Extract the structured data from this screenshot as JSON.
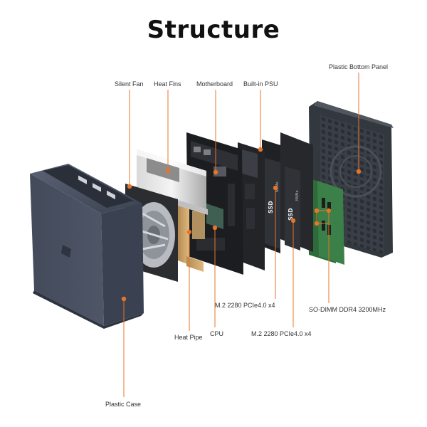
{
  "title": "Structure",
  "accent": "#e8742a",
  "labels": {
    "plastic_bottom_panel": "Plastic Bottom Panel",
    "silent_fan": "Silent Fan",
    "heat_fins": "Heat Fins",
    "motherboard": "Motherboard",
    "built_in_psu": "Built-in PSU",
    "m2_a": "M.2 2280 PCIe4.0 x4",
    "so_dimm": "SO-DIMM DDR4 3200MHz",
    "cpu": "CPU",
    "heat_pipe": "Heat Pipe",
    "m2_b": "M.2 2280 PCIe4.0 x4",
    "plastic_case": "Plastic Case"
  },
  "ssd_text": "SSD",
  "ssd_subtext": "NVMe"
}
